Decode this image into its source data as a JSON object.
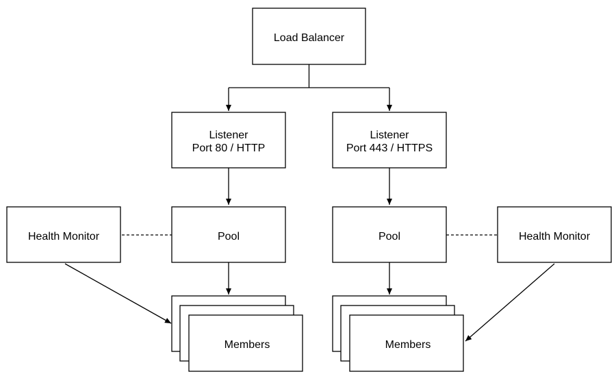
{
  "load_balancer": {
    "label": "Load Balancer"
  },
  "left": {
    "listener": {
      "line1": "Listener",
      "line2": "Port 80 / HTTP"
    },
    "pool": {
      "label": "Pool"
    },
    "health_monitor": {
      "label": "Health Monitor"
    },
    "members": {
      "label": "Members"
    }
  },
  "right": {
    "listener": {
      "line1": "Listener",
      "line2": "Port 443 / HTTPS"
    },
    "pool": {
      "label": "Pool"
    },
    "health_monitor": {
      "label": "Health Monitor"
    },
    "members": {
      "label": "Members"
    }
  }
}
